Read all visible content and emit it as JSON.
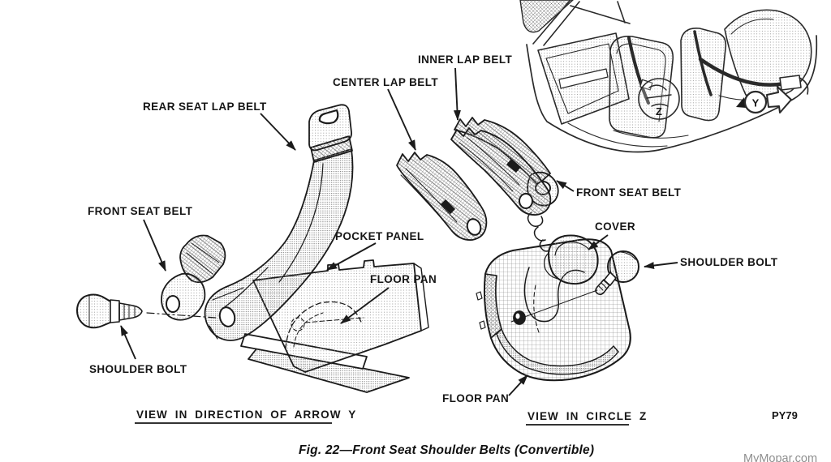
{
  "figure": {
    "caption": "Fig. 22—Front Seat Shoulder Belts (Convertible)",
    "page_code": "PY79",
    "watermark": "MyMopar.com"
  },
  "inset": {
    "circle_label": "Z",
    "arrow_label": "Y"
  },
  "left_view": {
    "title": "VIEW IN DIRECTION OF ARROW Y",
    "labels": {
      "rear_seat_lap_belt": "REAR SEAT LAP BELT",
      "front_seat_belt": "FRONT SEAT BELT",
      "pocket_panel": "POCKET PANEL",
      "floor_pan": "FLOOR PAN",
      "shoulder_bolt": "SHOULDER BOLT"
    }
  },
  "right_view": {
    "title": "VIEW IN CIRCLE Z",
    "labels": {
      "center_lap_belt": "CENTER LAP BELT",
      "inner_lap_belt": "INNER LAP BELT",
      "front_seat_belt": "FRONT SEAT BELT",
      "cover": "COVER",
      "shoulder_bolt": "SHOULDER BOLT",
      "floor_pan": "FLOOR PAN"
    }
  },
  "colors": {
    "ink": "#1b1b1b",
    "watermark_gray": "#8f8f8f",
    "background": "#ffffff"
  }
}
